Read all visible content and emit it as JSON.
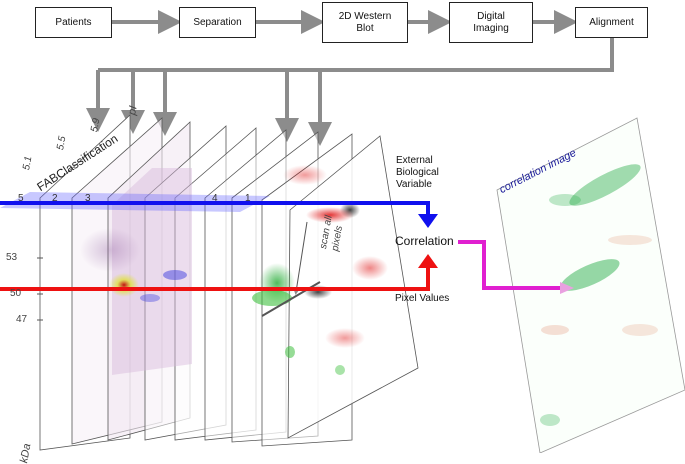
{
  "flow": {
    "patients": "Patients",
    "separation": "Separation",
    "western_line1": "2D Western",
    "western_line2": "Blot",
    "imaging_line1": "Digital",
    "imaging_line2": "Imaging",
    "alignment": "Alignment"
  },
  "labels": {
    "external_line1": "External",
    "external_line2": "Biological",
    "external_line3": "Variable",
    "correlation": "Correlation",
    "pixel_values": "Pixel Values",
    "scan_line1": "scan all",
    "scan_line2": "pixels",
    "correlation_image": "correlation image",
    "fab_classification": "FABClassification",
    "pi": "pI",
    "kda": "kDa",
    "mw_53": "53",
    "mw_50": "50",
    "mw_47": "47",
    "pi_5_1": "5.1",
    "pi_5_5": "5.5",
    "pi_5_9": "5.9",
    "fab_5": "5",
    "fab_2": "2",
    "fab_3": "3",
    "fab_4": "4",
    "fab_1": "1"
  },
  "colors": {
    "flow_arrow": "#8c8c8c",
    "variable_line": "#1010ee",
    "pixel_line": "#ee1111",
    "correlation_arrow": "#e020d0",
    "correlation_image_label": "#1a1a9a"
  }
}
